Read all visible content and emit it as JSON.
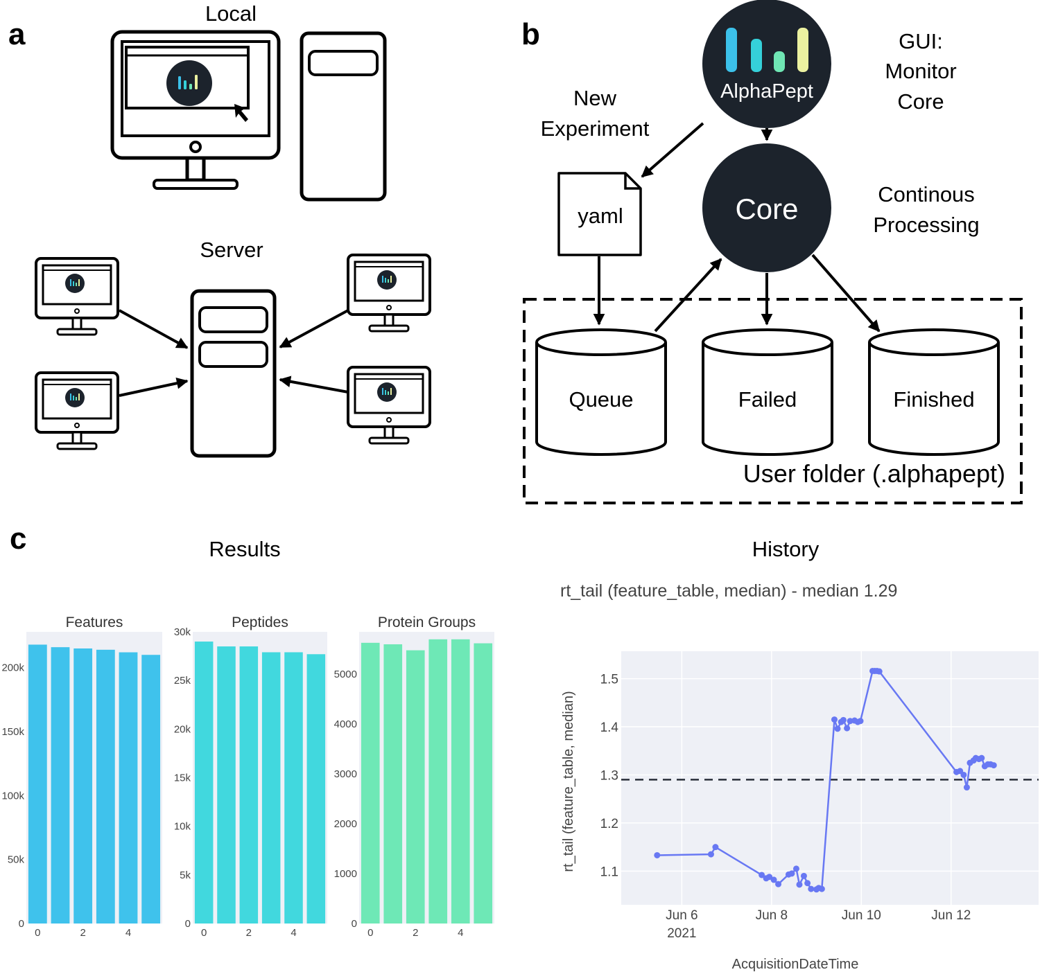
{
  "panels": {
    "a": {
      "label": "a",
      "local_label": "Local",
      "server_label": "Server"
    },
    "b": {
      "label": "b",
      "new_experiment_line1": "New",
      "new_experiment_line2": "Experiment",
      "yaml_label": "yaml",
      "logo_text": "AlphaPept",
      "gui_line1": "GUI:",
      "gui_line2": "Monitor",
      "gui_line3": "Core",
      "core_label": "Core",
      "continuous_line1": "Continous",
      "continuous_line2": "Processing",
      "queue_label": "Queue",
      "failed_label": "Failed",
      "finished_label": "Finished",
      "user_folder_label": "User folder (.alphapept)"
    },
    "c": {
      "label": "c",
      "results_title": "Results",
      "history_title": "History"
    }
  },
  "colors": {
    "dark_node": "#1c232c",
    "features_bar": "#3fc2ec",
    "peptides_bar": "#41d8de",
    "protein_bar": "#6ee8b6",
    "history_line": "#6878f3",
    "plot_bg": "#eef0f6",
    "logo_bars": [
      "#3cc1ea",
      "#35d0d9",
      "#6fe6b4",
      "#ebf1a0"
    ]
  },
  "chart_data": [
    {
      "type": "bar",
      "title": "Features",
      "categories": [
        0,
        1,
        2,
        3,
        4,
        5
      ],
      "x_ticks": [
        "0",
        "2",
        "4"
      ],
      "y_ticks": [
        "0",
        "50k",
        "100k",
        "150k",
        "200k"
      ],
      "values": [
        218000,
        216000,
        215000,
        214000,
        212000,
        210000
      ],
      "ylim": [
        0,
        228000
      ]
    },
    {
      "type": "bar",
      "title": "Peptides",
      "categories": [
        0,
        1,
        2,
        3,
        4,
        5
      ],
      "x_ticks": [
        "0",
        "2",
        "4"
      ],
      "y_ticks": [
        "0",
        "5k",
        "10k",
        "15k",
        "20k",
        "25k",
        "30k"
      ],
      "values": [
        29000,
        28500,
        28500,
        27900,
        27900,
        27700
      ],
      "ylim": [
        0,
        30000
      ]
    },
    {
      "type": "bar",
      "title": "Protein Groups",
      "categories": [
        0,
        1,
        2,
        3,
        4,
        5
      ],
      "x_ticks": [
        "0",
        "2",
        "4"
      ],
      "y_ticks": [
        "0",
        "1000",
        "2000",
        "3000",
        "4000",
        "5000"
      ],
      "values": [
        5630,
        5600,
        5480,
        5700,
        5700,
        5620
      ],
      "ylim": [
        0,
        5850
      ]
    },
    {
      "type": "line",
      "title": "rt_tail (feature_table, median) - median 1.29",
      "xlabel": "AcquisitionDateTime",
      "ylabel": "rt_tail (feature_table, median)",
      "x_ticks": [
        {
          "x": 6,
          "label": "Jun 6",
          "sub": "2021"
        },
        {
          "x": 8,
          "label": "Jun 8",
          "sub": ""
        },
        {
          "x": 10,
          "label": "Jun 10",
          "sub": ""
        },
        {
          "x": 12,
          "label": "Jun 12",
          "sub": ""
        }
      ],
      "y_ticks": [
        "1.1",
        "1.2",
        "1.3",
        "1.4",
        "1.5"
      ],
      "xlim": [
        4.65,
        13.95
      ],
      "ylim": [
        1.03,
        1.557
      ],
      "median": 1.29,
      "x": [
        5.45,
        6.65,
        6.75,
        7.78,
        7.88,
        7.95,
        8.05,
        8.15,
        8.38,
        8.45,
        8.55,
        8.62,
        8.72,
        8.8,
        8.88,
        9.0,
        9.05,
        9.12,
        9.4,
        9.47,
        9.55,
        9.6,
        9.68,
        9.75,
        9.85,
        9.92,
        9.98,
        10.25,
        10.3,
        10.35,
        10.4,
        12.12,
        12.2,
        12.28,
        12.35,
        12.42,
        12.5,
        12.55,
        12.62,
        12.68,
        12.75,
        12.82,
        12.88,
        12.95
      ],
      "y": [
        1.133,
        1.135,
        1.15,
        1.092,
        1.085,
        1.088,
        1.082,
        1.073,
        1.093,
        1.095,
        1.105,
        1.072,
        1.09,
        1.075,
        1.063,
        1.062,
        1.065,
        1.063,
        1.415,
        1.396,
        1.41,
        1.414,
        1.397,
        1.412,
        1.413,
        1.41,
        1.412,
        1.516,
        1.516,
        1.516,
        1.515,
        1.306,
        1.308,
        1.3,
        1.274,
        1.325,
        1.33,
        1.335,
        1.333,
        1.335,
        1.318,
        1.322,
        1.322,
        1.32
      ]
    }
  ]
}
